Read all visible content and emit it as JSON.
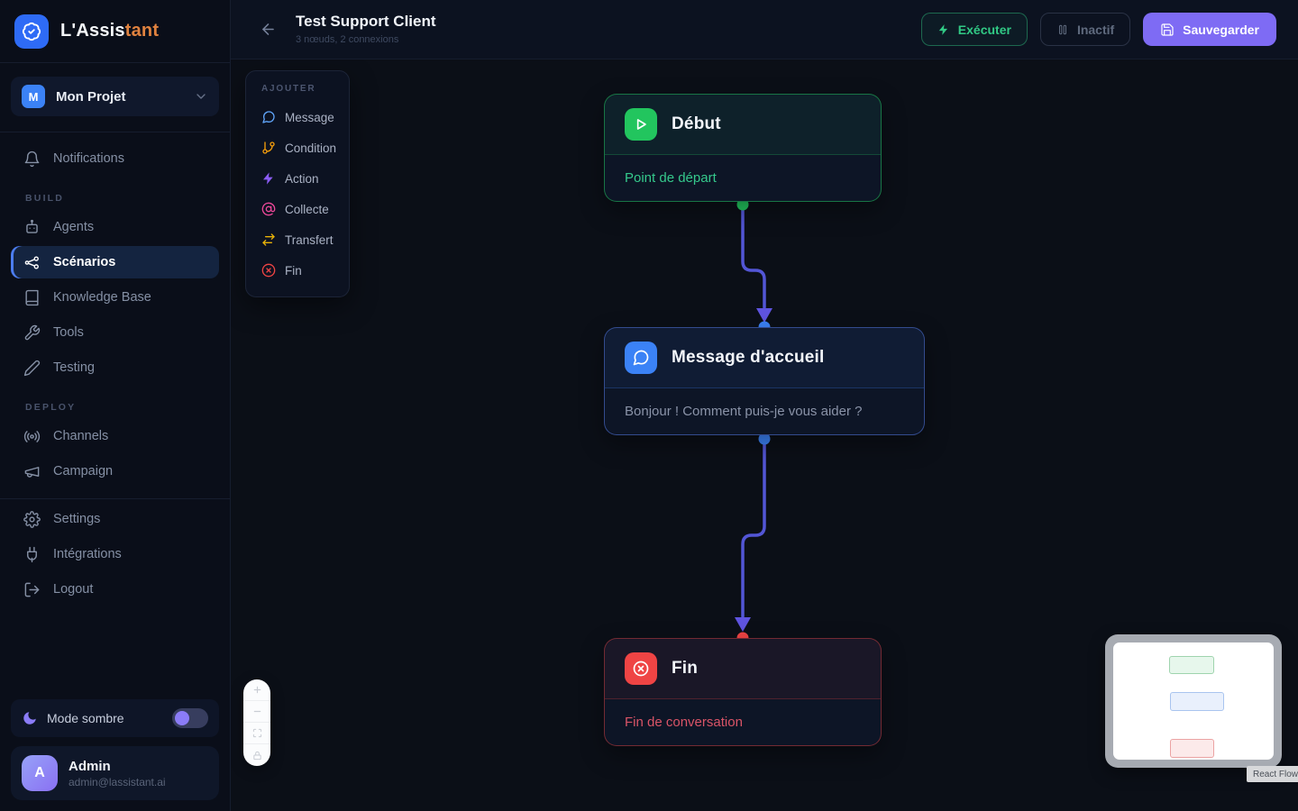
{
  "sidebar": {
    "logo": {
      "text_white": "L'Assis",
      "text_accent": "tant"
    },
    "project": {
      "initial": "M",
      "name": "Mon Projet"
    },
    "items": {
      "notifications": "Notifications",
      "build_label": "BUILD",
      "agents": "Agents",
      "scenarios": "Scénarios",
      "knowledge_base": "Knowledge Base",
      "tools": "Tools",
      "testing": "Testing",
      "deploy_label": "DEPLOY",
      "channels": "Channels",
      "campaign": "Campaign",
      "settings": "Settings",
      "integrations": "Intégrations",
      "logout": "Logout"
    },
    "dark_mode_label": "Mode sombre",
    "user": {
      "initial": "A",
      "name": "Admin",
      "email": "admin@lassistant.ai"
    }
  },
  "topbar": {
    "title": "Test Support Client",
    "subtitle": "3 nœuds, 2 connexions",
    "execute_label": "Exécuter",
    "inactive_label": "Inactif",
    "save_label": "Sauvegarder"
  },
  "palette": {
    "header": "AJOUTER",
    "items": [
      {
        "label": "Message",
        "color": "#60a5fa"
      },
      {
        "label": "Condition",
        "color": "#f59e0b"
      },
      {
        "label": "Action",
        "color": "#8b5cf6"
      },
      {
        "label": "Collecte",
        "color": "#ec4899"
      },
      {
        "label": "Transfert",
        "color": "#eab308"
      },
      {
        "label": "Fin",
        "color": "#ef4444"
      }
    ]
  },
  "canvas": {
    "nodes": [
      {
        "title": "Début",
        "body": "Point de départ",
        "color": "#22c55e"
      },
      {
        "title": "Message d'accueil",
        "body": "Bonjour ! Comment puis-je vous aider ?",
        "color": "#3b82f6"
      },
      {
        "title": "Fin",
        "body": "Fin de conversation",
        "color": "#ef4444"
      }
    ],
    "edge_color": "#5356d6",
    "attribution": "React Flow"
  },
  "colors": {
    "logo_blue": "#2e6bf6",
    "brand_orange": "#e0823f",
    "save_purple": "#7e6bf4",
    "execute_green": "#31c985",
    "sidebar_bg": "#0a0e19",
    "canvas_bg": "#0b0f17"
  }
}
